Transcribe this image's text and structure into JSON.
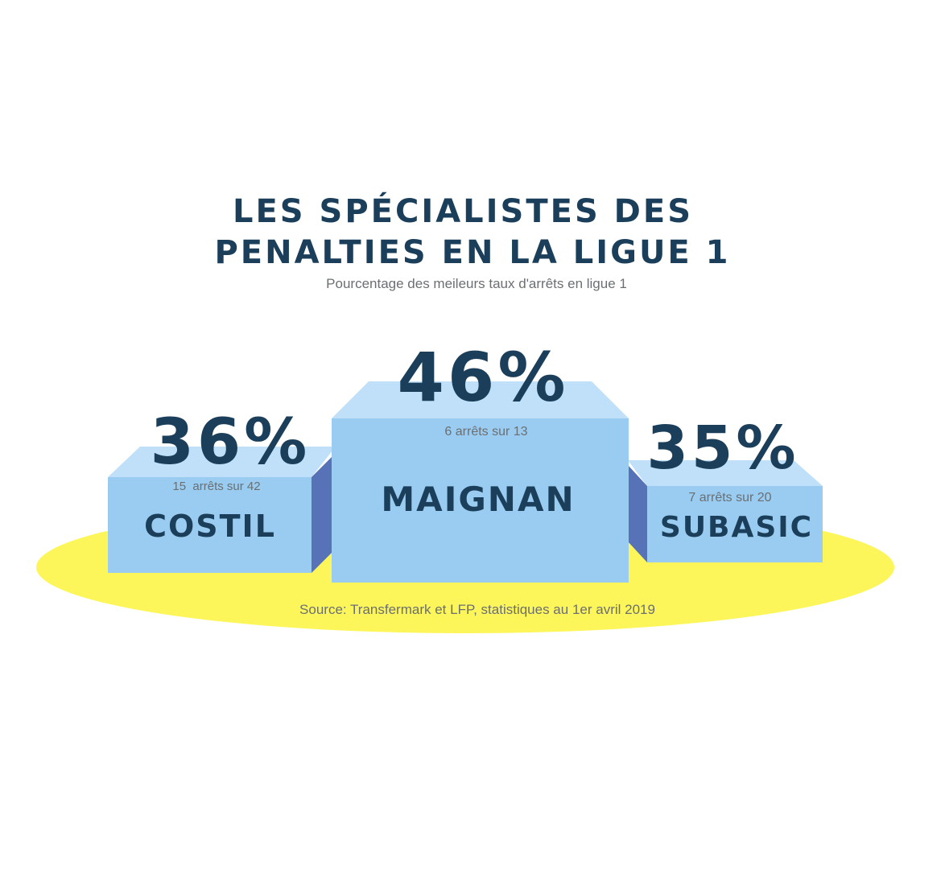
{
  "header": {
    "title_line_1": "LES SPÉCIALISTES DES",
    "title_line_2": "PENALTIES EN LA LIGUE 1",
    "subtitle": "Pourcentage des meileurs taux d'arrêts en ligue 1"
  },
  "footer": {
    "source": "Source: Transfermark et LFP, statistiques au 1er avril 2019"
  },
  "colors": {
    "title": "#1b3f5a",
    "podium_front": "#99ccf0",
    "podium_top": "#bfe0f8",
    "podium_side": "#5872b8",
    "ground": "#fdf65a",
    "muted_text": "#6b6f73"
  },
  "chart_data": {
    "type": "bar",
    "title": "LES SPÉCIALISTES DES PENALTIES EN LA LIGUE 1",
    "subtitle": "Pourcentage des meileurs taux d'arrêts en ligue 1",
    "categories": [
      "COSTIL",
      "MAIGNAN",
      "SUBASIC"
    ],
    "values": [
      36,
      46,
      35
    ],
    "value_labels": [
      "36%",
      "46%",
      "35%"
    ],
    "details": [
      "15  arrêts sur 42",
      "6 arrêts sur 13",
      "7 arrêts sur 20"
    ],
    "ylabel": "",
    "xlabel": ""
  }
}
